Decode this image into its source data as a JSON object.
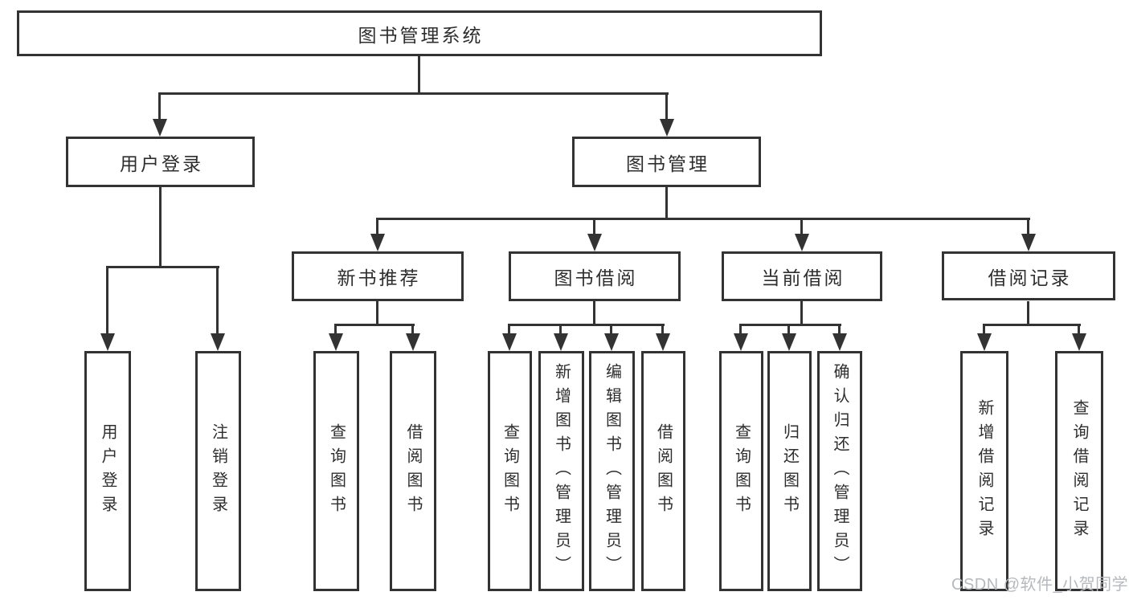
{
  "title": "图书管理系统",
  "colors": {
    "line": "#333333",
    "text": "#2e2e2e",
    "watermark": "#b6b9bd",
    "background": "#ffffff"
  },
  "tree": {
    "root": {
      "label": "图书管理系统"
    },
    "branches": [
      {
        "label": "用户登录",
        "children": [
          {
            "label": "用户登录"
          },
          {
            "label": "注销登录"
          }
        ]
      },
      {
        "label": "图书管理",
        "children": [
          {
            "label": "新书推荐",
            "children": [
              {
                "label": "查询图书"
              },
              {
                "label": "借阅图书"
              }
            ]
          },
          {
            "label": "图书借阅",
            "children": [
              {
                "label": "查询图书"
              },
              {
                "label": "新增图书（管理员）"
              },
              {
                "label": "编辑图书（管理员）"
              },
              {
                "label": "借阅图书"
              }
            ]
          },
          {
            "label": "当前借阅",
            "children": [
              {
                "label": "查询图书"
              },
              {
                "label": "归还图书"
              },
              {
                "label": "确认归还（管理员）"
              }
            ]
          },
          {
            "label": "借阅记录",
            "children": [
              {
                "label": "新增借阅记录"
              },
              {
                "label": "查询借阅记录"
              }
            ]
          }
        ]
      }
    ]
  },
  "watermark": {
    "text": "CSDN @软件_小贺同学"
  }
}
